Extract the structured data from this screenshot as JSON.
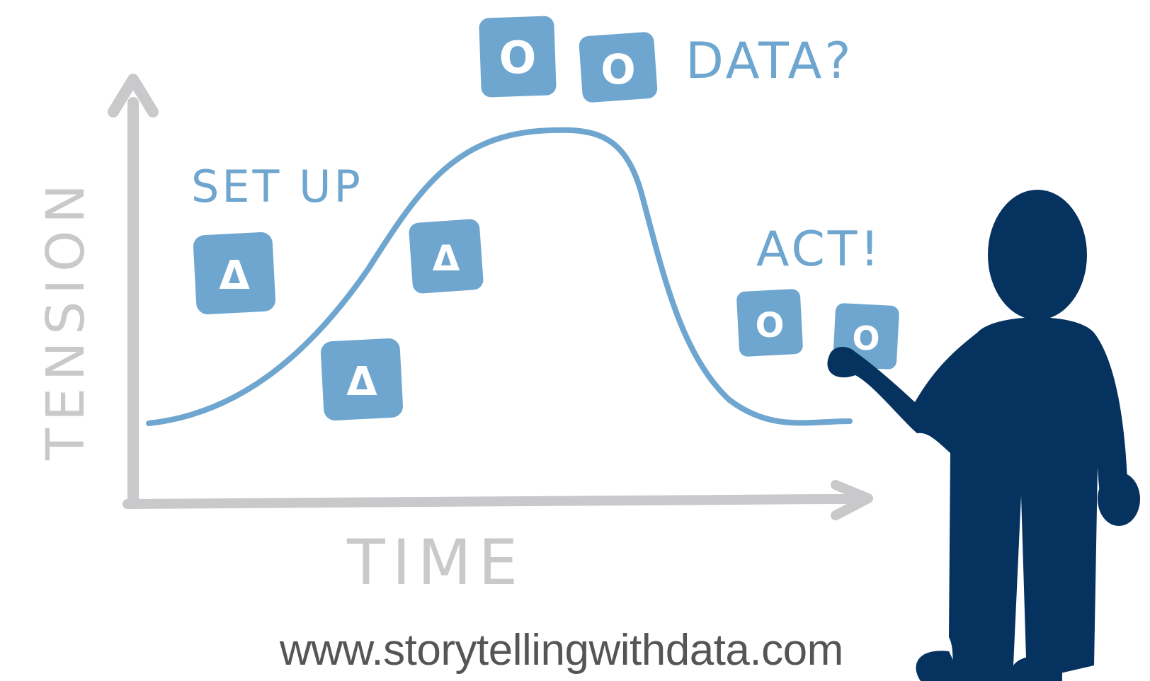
{
  "diagram": {
    "y_axis_label": "TENSION",
    "x_axis_label": "TIME",
    "phases": {
      "setup": "SET UP",
      "climax": "DATA?",
      "resolution": "ACT!"
    },
    "cards": {
      "setup": [
        "Δ",
        "Δ",
        "Δ"
      ],
      "climax": [
        "O",
        "O"
      ],
      "resolution": [
        "O",
        "O"
      ]
    },
    "colors": {
      "curve": "#6fa6cf",
      "card": "#6fa6cf",
      "axis": "#c9c9cb",
      "figure": "#06325f",
      "footer": "#555555"
    }
  },
  "footer": {
    "url": "www.storytellingwithdata.com"
  }
}
